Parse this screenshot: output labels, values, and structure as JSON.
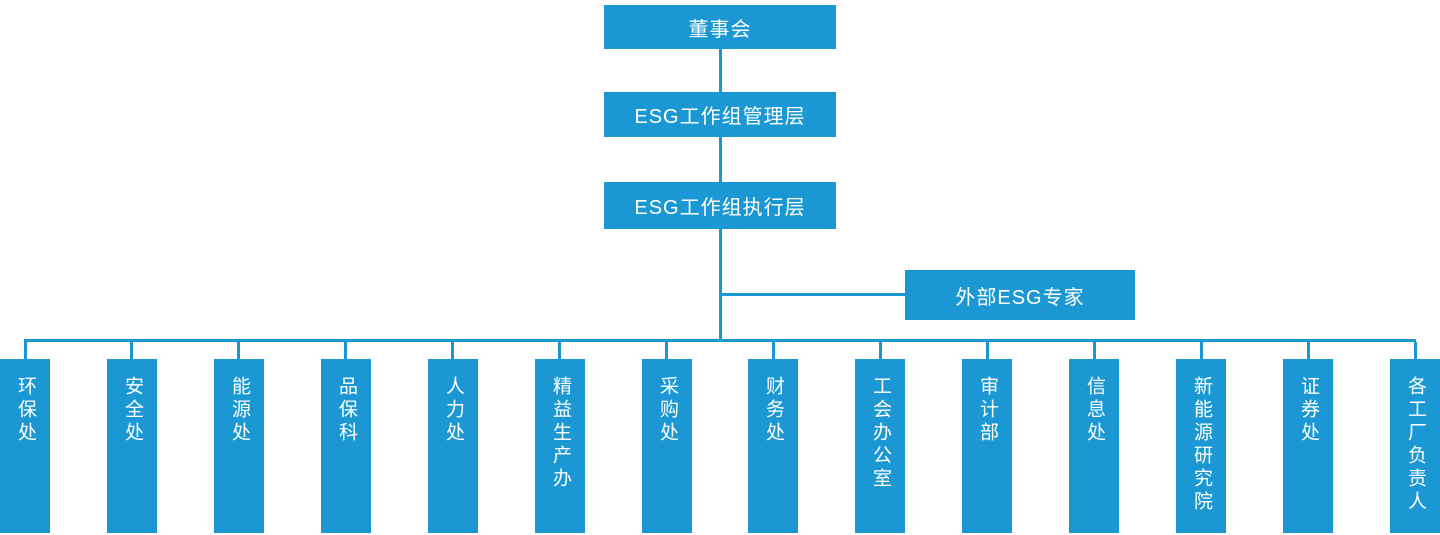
{
  "chart": {
    "type": "org-chart",
    "accent_color": "#1B98D4",
    "text_color": "#FFFFFF",
    "levels": [
      {
        "id": "board",
        "label": "董事会"
      },
      {
        "id": "esg-working-group-management",
        "label": "ESG工作组管理层"
      },
      {
        "id": "esg-working-group-execution",
        "label": "ESG工作组执行层"
      }
    ],
    "advisor": {
      "id": "external-esg-experts",
      "label": "外部ESG专家"
    },
    "departments": [
      "环保处",
      "安全处",
      "能源处",
      "品保科",
      "人力处",
      "精益生产办",
      "采购处",
      "财务处",
      "工会办公室",
      "审计部",
      "信息处",
      "新能源研究院",
      "证券处",
      "各工厂负责人"
    ]
  }
}
